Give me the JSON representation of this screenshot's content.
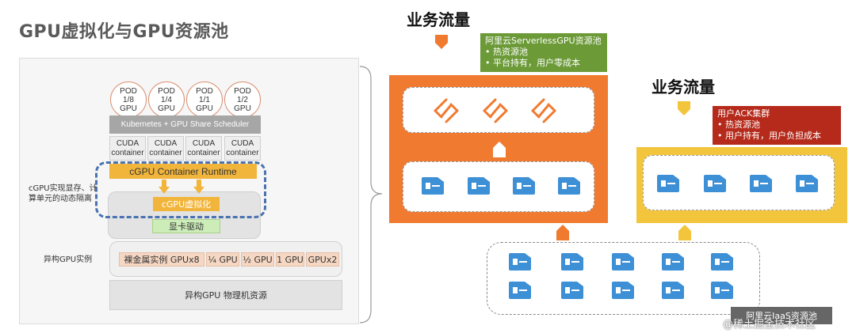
{
  "left": {
    "title": "GPU虚拟化与GPU资源池",
    "pods": [
      {
        "line1": "POD",
        "line2": "1/8",
        "line3": "GPU"
      },
      {
        "line1": "POD",
        "line2": "1/4",
        "line3": "GPU"
      },
      {
        "line1": "POD",
        "line2": "1/1",
        "line3": "GPU"
      },
      {
        "line1": "POD",
        "line2": "1/2",
        "line3": "GPU"
      }
    ],
    "scheduler": "Kubernetes + GPU Share Scheduler",
    "containers": [
      {
        "line1": "CUDA",
        "line2": "container"
      },
      {
        "line1": "CUDA",
        "line2": "container"
      },
      {
        "line1": "CUDA",
        "line2": "container"
      },
      {
        "line1": "CUDA",
        "line2": "container"
      }
    ],
    "runtime": "cGPU Container Runtime",
    "cgpu_note_line1": "cGPU实现显存、计",
    "cgpu_note_line2": "算单元的动态隔离",
    "cgpu_virt": "cGPU虚拟化",
    "driver": "显卡驱动",
    "hetero_label": "异构GPU实例",
    "instances": [
      "裸金属实例 GPUx8",
      "¼ GPU",
      "½ GPU",
      "1 GPU",
      "GPUx2"
    ],
    "physical": "异构GPU 物理机资源"
  },
  "right": {
    "flow1_title": "业务流量",
    "flow2_title": "业务流量",
    "serverless_box": {
      "title": "阿里云ServerlessGPU资源池",
      "bullets": [
        "•   热资源池",
        "•   平台持有，用户零成本"
      ]
    },
    "ack_box": {
      "title": "用户ACK集群",
      "bullets": [
        "•   热资源池",
        "•   用户持有，用户负担成本"
      ]
    },
    "iaas_label": "阿里云IaaS资源池",
    "watermark": "@稀土掘金技术社区"
  },
  "colors": {
    "orange": "#f07a30",
    "yellow": "#f2c53c",
    "green": "#6b9a37",
    "red": "#b52a1b",
    "blue_icon": "#3d8fd6",
    "dashed_blue": "#4a72b0"
  },
  "icons": [
    "link-icon",
    "gpu-card-icon",
    "chevron-up-icon",
    "chevron-down-icon",
    "brace-icon"
  ]
}
